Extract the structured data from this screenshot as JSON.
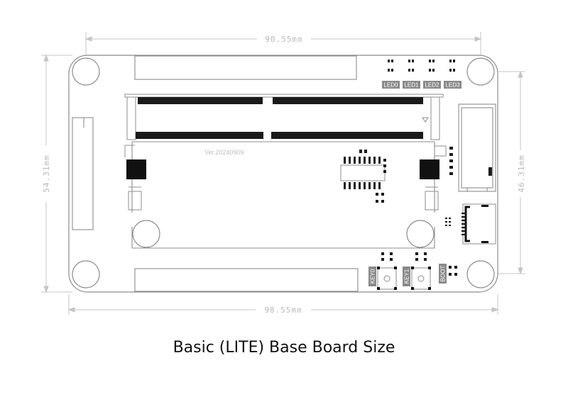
{
  "caption": "Basic (LITE) Base Board Size",
  "dimensions": {
    "top_hole_spacing": "90.55mm",
    "bottom_width": "98.55mm",
    "left_height": "54.31mm",
    "right_hole_spacing": "46.31mm"
  },
  "silkscreen": {
    "version": "Ver.20240909",
    "leds": [
      "LED0",
      "LED1",
      "LED2",
      "LED3"
    ],
    "keys": [
      "KEY0",
      "KEY1",
      "BOOT"
    ]
  },
  "colors": {
    "outline": "#8c8c8c",
    "dimension": "#bdbdbd",
    "component": "#1a1a1a"
  }
}
